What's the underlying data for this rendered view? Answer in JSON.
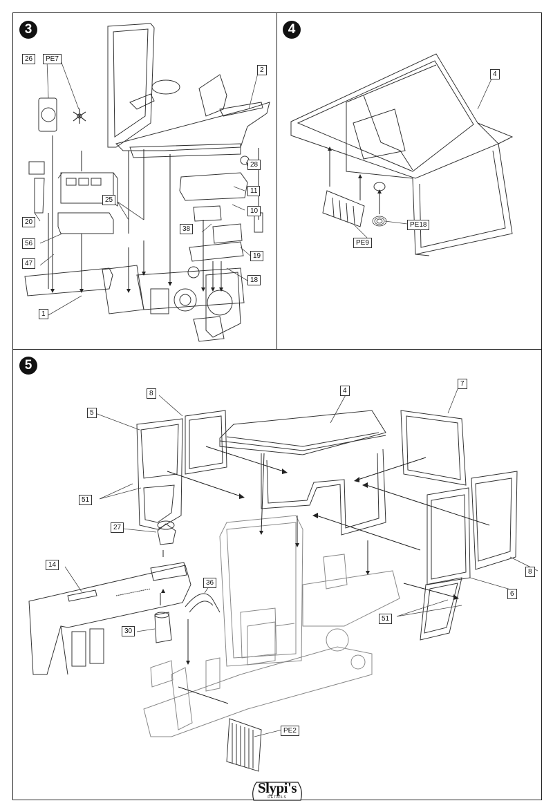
{
  "steps": [
    {
      "number": "3",
      "callouts": [
        "26",
        "PE7",
        "2",
        "28",
        "11",
        "10",
        "25",
        "38",
        "19",
        "18",
        "20",
        "56",
        "47",
        "1"
      ]
    },
    {
      "number": "4",
      "callouts": [
        "4",
        "PE18",
        "PE9"
      ]
    },
    {
      "number": "5",
      "callouts": [
        "8",
        "4",
        "7",
        "5",
        "51",
        "27",
        "14",
        "36",
        "30",
        "51",
        "6",
        "8",
        "PE2"
      ]
    }
  ],
  "brand": {
    "name": "Slypi's",
    "tagline": "DETAILS"
  }
}
